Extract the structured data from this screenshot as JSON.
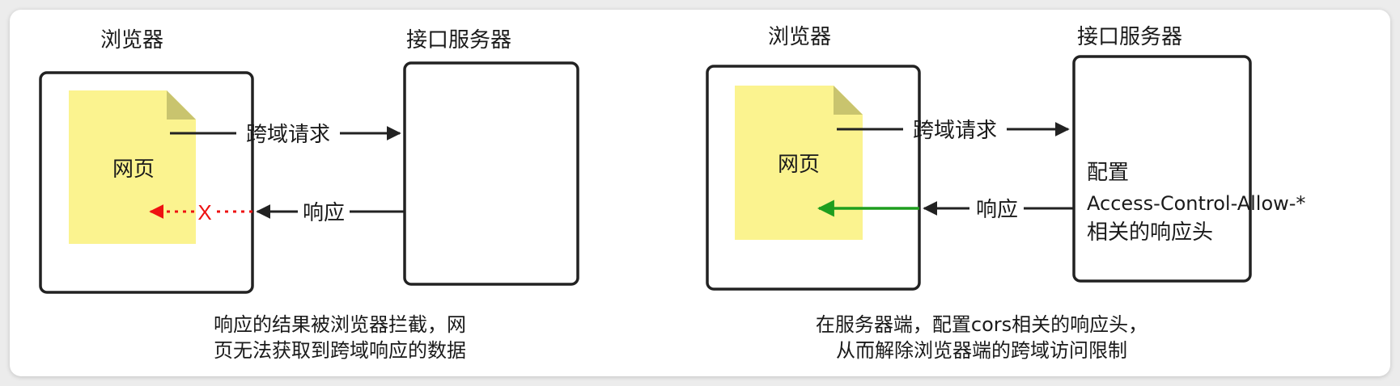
{
  "colors": {
    "note_fill": "#fbf38f",
    "note_fold": "#c9c46e",
    "box_stroke": "#222222",
    "arrow": "#222222",
    "blocked": "#ee1111",
    "allowed": "#1e9e1e"
  },
  "left": {
    "browser_title": "浏览器",
    "server_title": "接口服务器",
    "page_label": "网页",
    "request_label": "跨域请求",
    "response_label": "响应",
    "blocked_mark": "X",
    "caption_line1": "响应的结果被浏览器拦截，网",
    "caption_line2": "页无法获取到跨域响应的数据"
  },
  "right": {
    "browser_title": "浏览器",
    "server_title": "接口服务器",
    "page_label": "网页",
    "request_label": "跨域请求",
    "response_label": "响应",
    "server_line1": "配置",
    "server_line2": "Access-Control-Allow-*",
    "server_line3": "相关的响应头",
    "caption_line1": "在服务器端，配置cors相关的响应头，",
    "caption_line2": "从而解除浏览器端的跨域访问限制"
  }
}
